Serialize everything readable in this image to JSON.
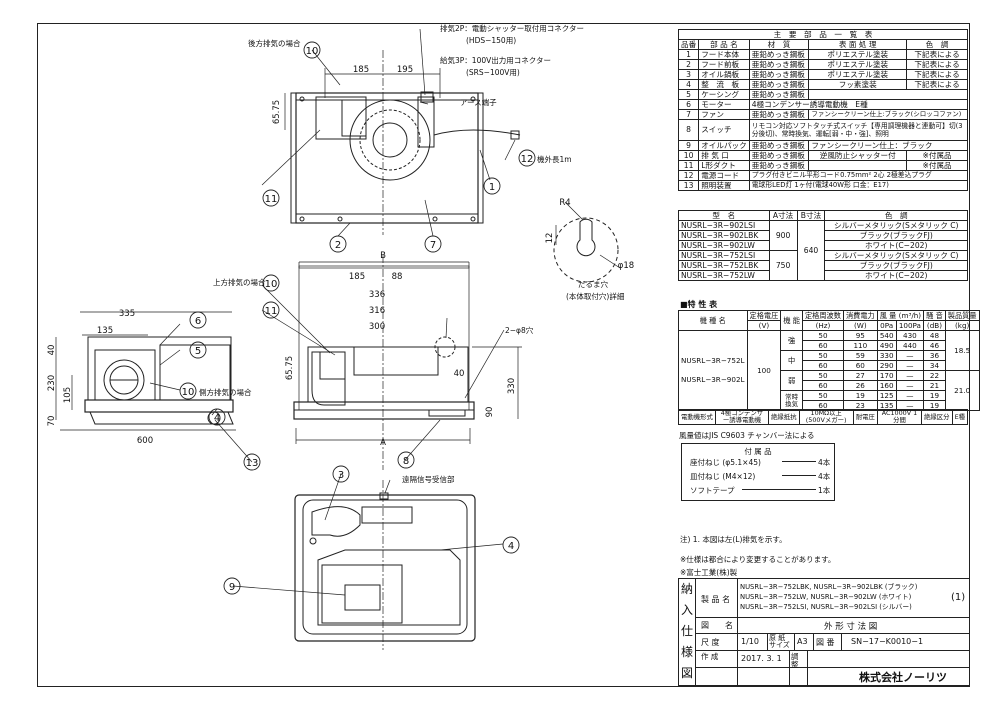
{
  "drawing_labels": {
    "rear_exhaust": "後方排気の場合",
    "exhaust_2p": "排気2P：電動シャッター取付用コネクター",
    "hds": "(HDS−150用)",
    "supply_3p": "給気3P：100V出力用コネクター",
    "srs": "(SRS−100V用)",
    "earth": "アース端子",
    "cord_length": "機外長1m",
    "top_exhaust": "上方排気の場合",
    "side_exhaust": "側方排気の場合",
    "remote_receiver": "遠隔信号受信部",
    "hole_label": "だるま穴",
    "hole_detail": "(本体取付穴)詳細",
    "holes_note": "2−φ8穴"
  },
  "dims": {
    "d185a": "185",
    "d195": "195",
    "d6575a": "65.75",
    "dB": "B",
    "d185b": "185",
    "d88": "88",
    "d336": "336",
    "d316": "316",
    "d300": "300",
    "d6575b": "65.75",
    "d40a": "40",
    "d330": "330",
    "d90": "90",
    "dA": "A",
    "d335": "335",
    "d135": "135",
    "d40b": "40",
    "d230": "230",
    "d105": "105",
    "d70": "70",
    "d600": "600",
    "dR4": "R4",
    "d12": "12",
    "d18": "φ18"
  },
  "balloons": [
    "1",
    "2",
    "3",
    "4",
    "5",
    "6",
    "7",
    "8",
    "9",
    "10",
    "11",
    "12",
    "13"
  ],
  "parts_table": {
    "title": "主　要　部　品　一　覧　表",
    "headers": [
      "品番",
      "部 品 名",
      "材　質",
      "表 面 処 理",
      "色　調"
    ],
    "rows": [
      [
        "1",
        "フード本体",
        "亜鉛めっき鋼板",
        "ポリエステル塗装",
        "下記表による"
      ],
      [
        "2",
        "フード前板",
        "亜鉛めっき鋼板",
        "ポリエステル塗装",
        "下記表による"
      ],
      [
        "3",
        "オイル鍋板",
        "亜鉛めっき鋼板",
        "ポリエステル塗装",
        "下記表による"
      ],
      [
        "4",
        "整　流　板",
        "亜鉛めっき鋼板",
        "フッ素塗装",
        "下記表による"
      ],
      [
        "5",
        "ケーシング",
        "亜鉛めっき鋼板",
        "",
        ""
      ],
      [
        "6",
        "モーター",
        "4極コンデンサー誘導電動機　E種",
        "",
        ""
      ],
      [
        "7",
        "ファン",
        "亜鉛めっき鋼板",
        "ファンシークリーン仕上:ブラック(シロッコファン)",
        ""
      ],
      [
        "8",
        "スイッチ",
        "リモコン対応ソフトタッチ式スイッチ【専用調理機器と連動可】切(3分後切)、常時換気、運転[弱・中・強]、照明",
        "",
        ""
      ],
      [
        "9",
        "オイルパック",
        "亜鉛めっき鋼板",
        "ファンシークリーン仕上：ブラック",
        ""
      ],
      [
        "10",
        "排 気 口",
        "亜鉛めっき鋼板",
        "逆風防止シャッター付",
        "※付属品"
      ],
      [
        "11",
        "L形ダクト",
        "亜鉛めっき鋼板",
        "",
        "※付属品"
      ],
      [
        "12",
        "電源コード",
        "プラグ付きビニル平形コード0.75mm² 2心 2極差込プラグ",
        "",
        ""
      ],
      [
        "13",
        "照明装置",
        "電球形LED灯 1ヶ付(電球40W形 口金：E17)",
        "",
        ""
      ]
    ]
  },
  "model_table": {
    "headers": [
      "型　名",
      "A寸法",
      "B寸法",
      "色　調"
    ],
    "models": [
      "NUSRL−3R−902LSI",
      "NUSRL−3R−902LBK",
      "NUSRL−3R−902LW",
      "NUSRL−3R−752LSI",
      "NUSRL−3R−752LBK",
      "NUSRL−3R−752LW"
    ],
    "a900": "900",
    "a750": "750",
    "b640": "640",
    "colors": [
      "シルバーメタリック(Sメタリック C)",
      "ブラック(ブラックFJ)",
      "ホワイト(C−202)",
      "シルバーメタリック(Sメタリック C)",
      "ブラック(ブラックFJ)",
      "ホワイト(C−202)"
    ]
  },
  "spec": {
    "title": "■特 性 表",
    "h_model": "機 種 名",
    "h_volt": "定格電圧",
    "h_volt_u": "(V)",
    "h_func": "機 能",
    "h_freq": "定格周波数",
    "h_freq_u": "(Hz)",
    "h_power": "消費電力",
    "h_power_u": "(W)",
    "h_air": "風 量 (m³/h)",
    "h_0pa": "0Pa",
    "h_100pa": "100Pa",
    "h_noise": "騒 音",
    "h_noise_u": "(dB)",
    "h_mass": "製品質量",
    "h_mass_u": "(kg)",
    "m752": "NUSRL−3R−752L",
    "m902": "NUSRL−3R−902L",
    "v100": "100",
    "f_strong": "強",
    "f_mid": "中",
    "f_weak": "弱",
    "f_jouji": "常時換気",
    "mass752": "18.5",
    "mass902": "21.0",
    "rows": [
      [
        "50",
        "95",
        "540",
        "430",
        "48"
      ],
      [
        "60",
        "110",
        "490",
        "440",
        "46"
      ],
      [
        "50",
        "59",
        "330",
        "—",
        "36"
      ],
      [
        "60",
        "60",
        "290",
        "—",
        "34"
      ],
      [
        "50",
        "27",
        "170",
        "—",
        "22"
      ],
      [
        "60",
        "26",
        "160",
        "—",
        "21"
      ],
      [
        "50",
        "19",
        "125",
        "—",
        "19"
      ],
      [
        "60",
        "23",
        "135",
        "—",
        "19"
      ]
    ],
    "motor_l": "電動機形式",
    "motor_v": "4極コンデンサー誘導電動機",
    "ins_l": "絶縁抵抗",
    "ins_v": "10MΩ以上(500Vメガー)",
    "wit_l": "耐電圧",
    "wit_v": "AC1000V 1分間",
    "cls_l": "絶縁区分",
    "cls_v": "E種",
    "footnote": "風量値はJIS C9603 チャンバー法による"
  },
  "accessories": {
    "title": "付 属 品",
    "items": [
      [
        "座付ねじ (φ5.1×45)",
        "4本"
      ],
      [
        "皿付ねじ (M4×12)",
        "4本"
      ],
      [
        "ソフトテープ",
        "1本"
      ]
    ]
  },
  "notes": {
    "n1": "注) 1. 本図は左(L)排気を示す。",
    "n2": "※仕様は都合により変更することがあります。",
    "n3": "※富士工業(株)製"
  },
  "title_block": {
    "stamp": "納入仕様図",
    "product_label": "製 品 名",
    "product_lines": [
      "NUSRL−3R−752LBK, NUSRL−3R−902LBK (ブラック)",
      "NUSRL−3R−752LW,  NUSRL−3R−902LW (ホワイト)",
      "NUSRL−3R−752LSI, NUSRL−3R−902LSI (シルバー)"
    ],
    "sheet_no": "(1)",
    "drawing_label": "図　　名",
    "drawing_name": "外 形 寸 法 図",
    "scale_label": "尺 度",
    "scale": "1/10",
    "paper_label": "原 紙 サイズ",
    "paper": "A3",
    "number_label": "図 番",
    "number": "SN−17−K0010−1",
    "made_label": "作 成",
    "date": "2017. 3. 1",
    "check_label": "調 整",
    "company": "株式会社ノーリツ"
  }
}
